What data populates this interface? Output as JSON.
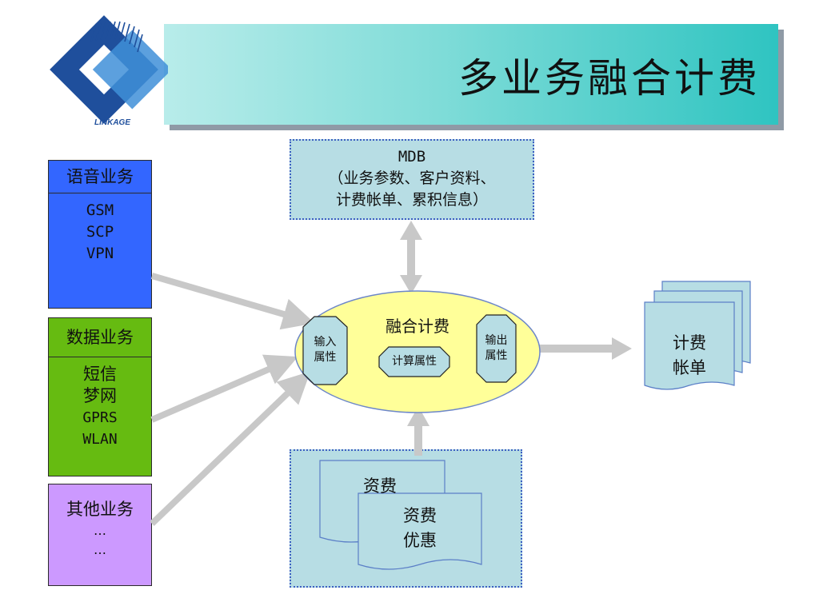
{
  "header": {
    "title": "多业务融合计费",
    "logo_text": "LINKAGE"
  },
  "services": [
    {
      "head": "语音业务",
      "items": [
        "GSM",
        "SCP",
        "VPN"
      ],
      "color": "#3366ff"
    },
    {
      "head": "数据业务",
      "items": [
        "短信",
        "梦网",
        "GPRS",
        "WLAN"
      ],
      "color": "#66bb11"
    },
    {
      "head": "其他业务",
      "items": [
        "…",
        "…"
      ],
      "color": "#cc99ff"
    }
  ],
  "mdb": {
    "line1": "MDB",
    "line2": "（业务参数、客户资料、",
    "line3": "计费帐单、累积信息）"
  },
  "engine": {
    "title": "融合计费",
    "input": [
      "输入",
      "属性"
    ],
    "compute": "计算属性",
    "output": [
      "输出",
      "属性"
    ],
    "fill": "#ffff99"
  },
  "bill": {
    "line1": "计费",
    "line2": "帐单"
  },
  "rates": {
    "back": "资费",
    "front_line1": "资费",
    "front_line2": "优惠"
  }
}
